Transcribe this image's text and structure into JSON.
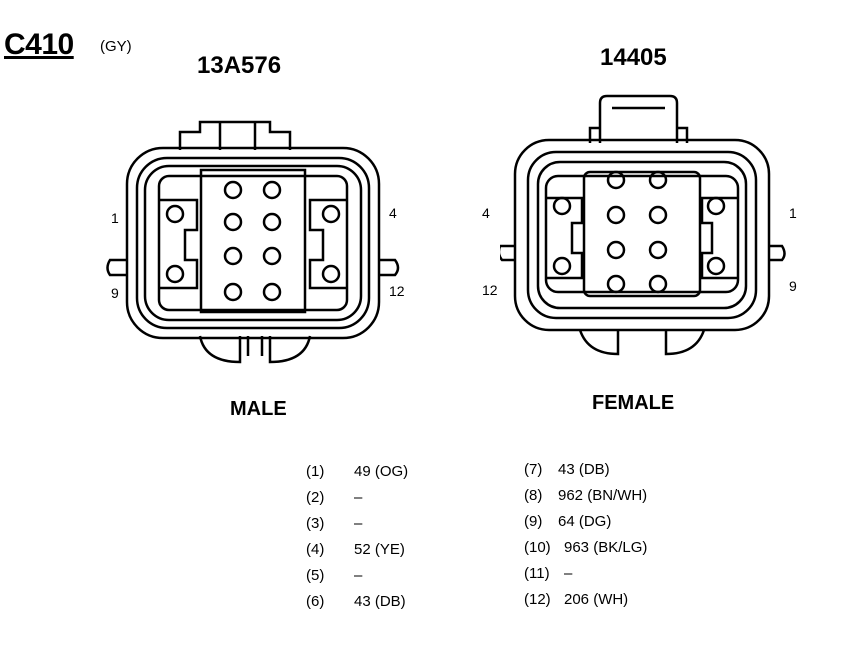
{
  "connector": {
    "id": "C410",
    "color_code": "(GY)"
  },
  "male": {
    "part_number": "13A576",
    "label": "MALE",
    "pin_labels": {
      "top_left": "1",
      "bottom_left": "9",
      "top_right": "4",
      "bottom_right": "12"
    }
  },
  "female": {
    "part_number": "14405",
    "label": "FEMALE",
    "pin_labels": {
      "top_left": "4",
      "bottom_left": "12",
      "top_right": "1",
      "bottom_right": "9"
    }
  },
  "pins_left": [
    {
      "num": "(1)",
      "value": "49 (OG)"
    },
    {
      "num": "(2)",
      "value": "–"
    },
    {
      "num": "(3)",
      "value": "–"
    },
    {
      "num": "(4)",
      "value": "52 (YE)"
    },
    {
      "num": "(5)",
      "value": "–"
    },
    {
      "num": "(6)",
      "value": "43 (DB)"
    }
  ],
  "pins_right": [
    {
      "num": "(7)",
      "value": "43 (DB)"
    },
    {
      "num": "(8)",
      "value": "962 (BN/WH)"
    },
    {
      "num": "(9)",
      "value": "64 (DG)"
    },
    {
      "num": "(10)",
      "value": "963 (BK/LG)"
    },
    {
      "num": "(11)",
      "value": "–"
    },
    {
      "num": "(12)",
      "value": "206 (WH)"
    }
  ]
}
